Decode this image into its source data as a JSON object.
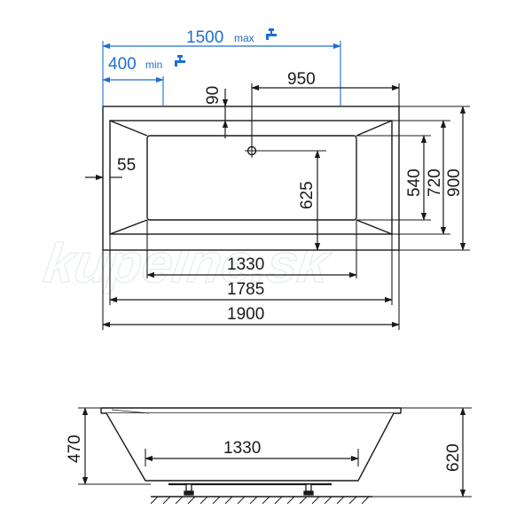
{
  "top_view": {
    "dim_max_label": "1500",
    "dim_max_suffix": "max",
    "dim_min_label": "400",
    "dim_min_suffix": "min",
    "dim_950": "950",
    "dim_90": "90",
    "dim_55": "55",
    "dim_625": "625",
    "dim_540": "540",
    "dim_720": "720",
    "dim_900": "900",
    "dim_1330": "1330",
    "dim_1785": "1785",
    "dim_1900": "1900"
  },
  "side_view": {
    "dim_470": "470",
    "dim_620": "620",
    "dim_1330": "1330"
  },
  "watermark": "kupelne.sk",
  "colors": {
    "accent_blue": "#1d6fd1",
    "line": "#1a1a1a"
  },
  "icons": [
    "faucet-icon",
    "faucet-icon"
  ]
}
